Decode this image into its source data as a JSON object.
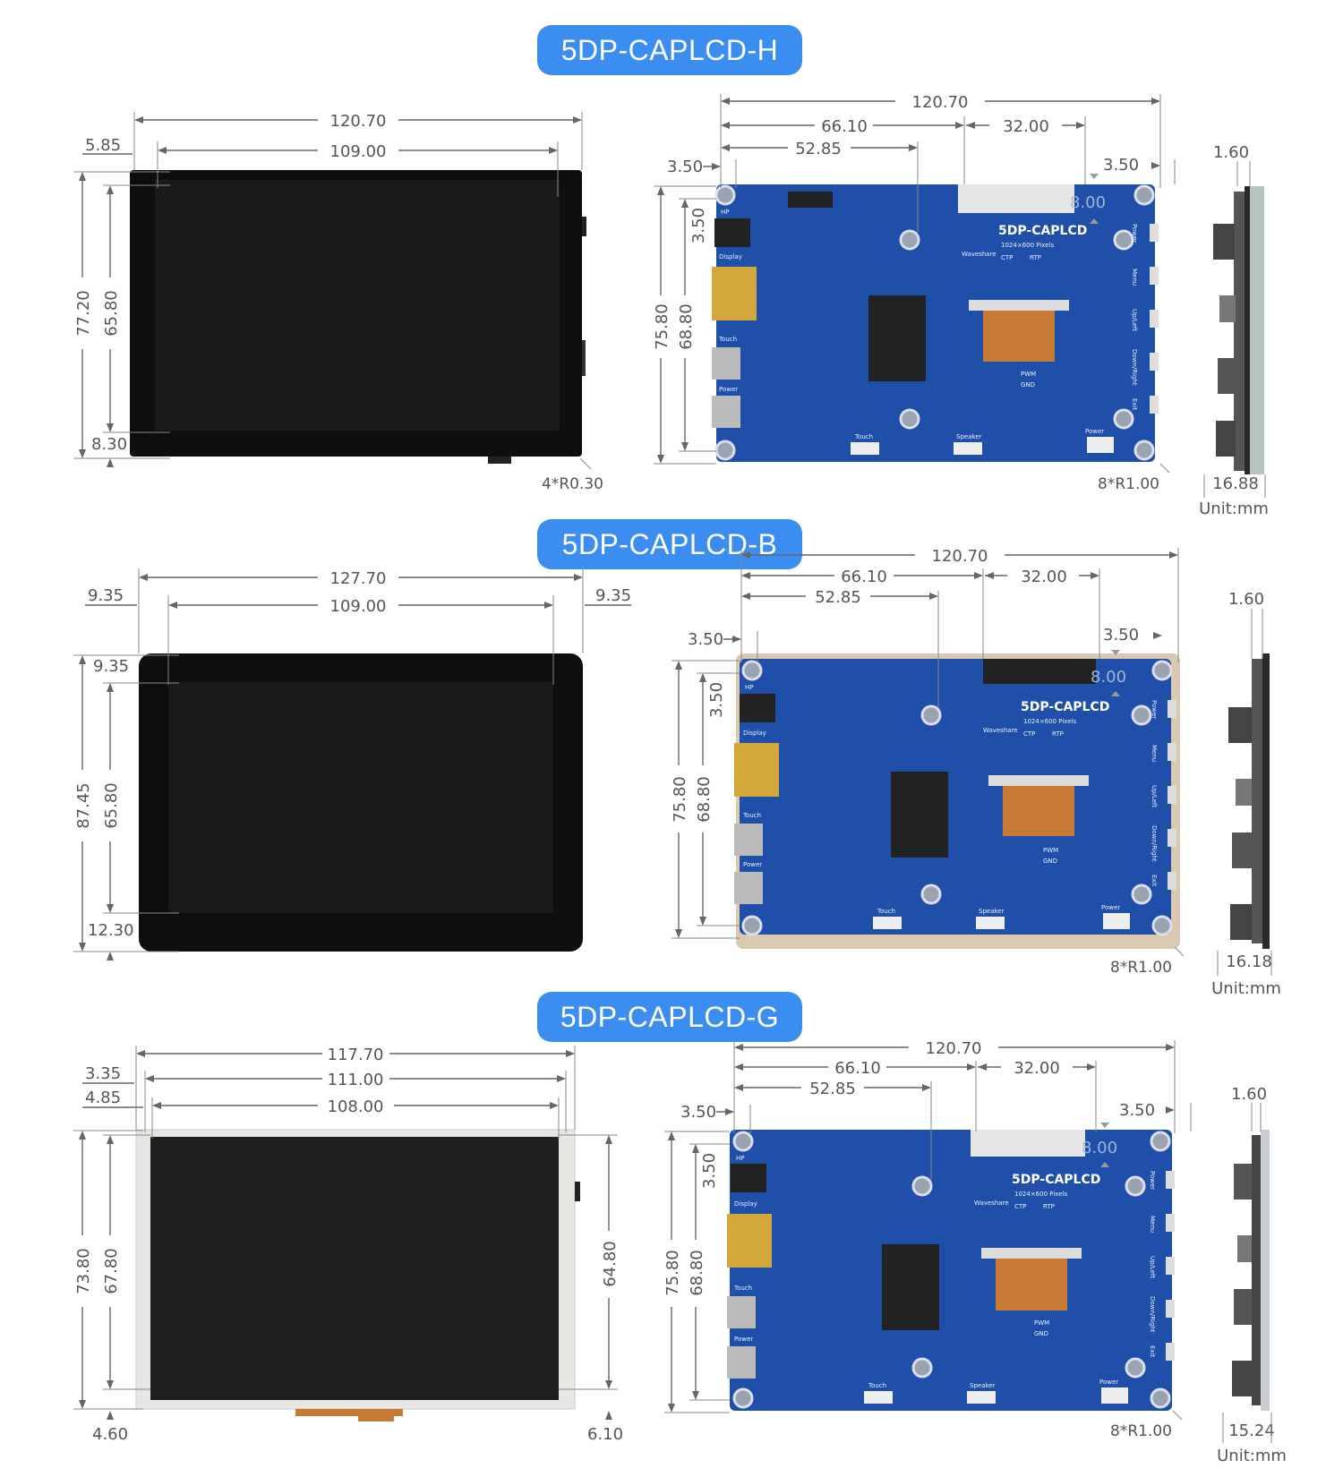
{
  "sections": [
    {
      "title": "5DP-CAPLCD-H",
      "front": {
        "width": "120.70",
        "active_width": "109.00",
        "left_margin": "5.85",
        "height": "77.20",
        "active_height": "65.80",
        "bottom_margin": "8.30",
        "corner": "4*R0.30"
      },
      "board": {
        "width": "120.70",
        "d1": "66.10",
        "d2": "32.00",
        "d3": "52.85",
        "left_offset": "3.50",
        "right_offset": "3.50",
        "top_offset": "3.50",
        "height": "75.80",
        "hole_height": "68.80",
        "fpc_gap": "8.00",
        "corner": "8*R1.00",
        "label": "5DP-CAPLCD"
      },
      "side": {
        "thickness": "1.60",
        "depth": "16.88",
        "unit": "Unit:mm"
      }
    },
    {
      "title": "5DP-CAPLCD-B",
      "front": {
        "width": "127.70",
        "active_width": "109.00",
        "left_margin": "9.35",
        "right_margin": "9.35",
        "top_margin": "9.35",
        "height": "87.45",
        "active_height": "65.80",
        "bottom_margin": "12.30"
      },
      "board": {
        "width": "120.70",
        "d1": "66.10",
        "d2": "32.00",
        "d3": "52.85",
        "left_offset": "3.50",
        "right_offset": "3.50",
        "top_offset": "3.50",
        "height": "75.80",
        "hole_height": "68.80",
        "fpc_gap": "8.00",
        "corner": "8*R1.00",
        "label": "5DP-CAPLCD"
      },
      "side": {
        "thickness": "1.60",
        "depth": "16.18",
        "unit": "Unit:mm"
      }
    },
    {
      "title": "5DP-CAPLCD-G",
      "front": {
        "width": "117.70",
        "w2": "111.00",
        "active_width": "108.00",
        "left_margin": "3.35",
        "left_margin2": "4.85",
        "height": "73.80",
        "active_height": "67.80",
        "right_height": "64.80",
        "bottom_left": "4.60",
        "bottom_right": "6.10"
      },
      "board": {
        "width": "120.70",
        "d1": "66.10",
        "d2": "32.00",
        "d3": "52.85",
        "left_offset": "3.50",
        "right_offset": "3.50",
        "top_offset": "3.50",
        "height": "75.80",
        "hole_height": "68.80",
        "fpc_gap": "8.00",
        "corner": "8*R1.00",
        "label": "5DP-CAPLCD"
      },
      "side": {
        "thickness": "1.60",
        "depth": "15.24",
        "unit": "Unit:mm"
      }
    }
  ],
  "pcb_labels": {
    "pixels": "1024×600 Pixels",
    "ctp": "CTP",
    "rtp": "RTP",
    "brand": "Waveshare",
    "hp": "HP",
    "display": "Display",
    "touch": "Touch",
    "power": "Power",
    "speaker": "Speaker",
    "pwm": "PWM",
    "gnd": "GND",
    "btn1": "Power",
    "btn2": "Menu",
    "btn3": "Up/Left",
    "btn4": "Down/Right",
    "btn5": "Exit"
  },
  "colors": {
    "accent": "#3b8df0",
    "pcb": "#1f4fa8",
    "screen": "#111111"
  }
}
